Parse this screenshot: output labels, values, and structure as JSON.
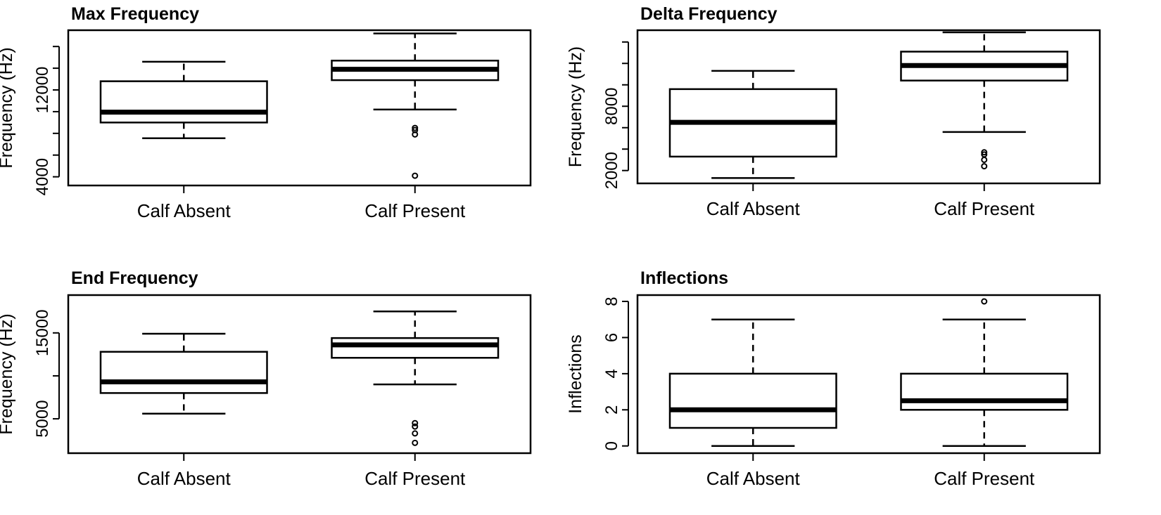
{
  "chart_data": [
    {
      "type": "box",
      "title": "Max Frequency",
      "xlabel": "",
      "ylabel": "Frequency (Hz)",
      "categories": [
        "Calf Absent",
        "Calf Present"
      ],
      "ylim": [
        3200,
        17500
      ],
      "yticks": [
        4000,
        6000,
        8000,
        10000,
        12000,
        14000,
        16000
      ],
      "ytick_labels": [
        "4000",
        "",
        "",
        "",
        "12000",
        "",
        ""
      ],
      "boxes": [
        {
          "whisker_low": 7550,
          "q1": 9000,
          "median": 9950,
          "q3": 12800,
          "whisker_high": 14600,
          "outliers": []
        },
        {
          "whisker_low": 10200,
          "q1": 12900,
          "median": 13900,
          "q3": 14700,
          "whisker_high": 17200,
          "outliers": [
            7900,
            8300,
            8500,
            4100
          ]
        }
      ]
    },
    {
      "type": "box",
      "title": "Delta Frequency",
      "xlabel": "",
      "ylabel": "Frequency (Hz)",
      "categories": [
        "Calf Absent",
        "Calf Present"
      ],
      "ylim": [
        800,
        15100
      ],
      "yticks": [
        2000,
        4000,
        6000,
        8000,
        10000,
        12000,
        14000
      ],
      "ytick_labels": [
        "2000",
        "",
        "",
        "8000",
        "",
        "",
        ""
      ],
      "boxes": [
        {
          "whisker_low": 1300,
          "q1": 3300,
          "median": 6500,
          "q3": 9600,
          "whisker_high": 11300,
          "outliers": []
        },
        {
          "whisker_low": 5600,
          "q1": 10400,
          "median": 11800,
          "q3": 13100,
          "whisker_high": 14900,
          "outliers": [
            2400,
            3000,
            3500,
            3700
          ]
        }
      ]
    },
    {
      "type": "box",
      "title": "End Frequency",
      "xlabel": "",
      "ylabel": "Frequency (Hz)",
      "categories": [
        "Calf Absent",
        "Calf Present"
      ],
      "ylim": [
        1000,
        19400
      ],
      "yticks": [
        5000,
        10000,
        15000
      ],
      "ytick_labels": [
        "5000",
        "",
        "15000"
      ],
      "boxes": [
        {
          "whisker_low": 5600,
          "q1": 8000,
          "median": 9300,
          "q3": 12800,
          "whisker_high": 14900,
          "outliers": []
        },
        {
          "whisker_low": 9000,
          "q1": 12100,
          "median": 13600,
          "q3": 14400,
          "whisker_high": 17500,
          "outliers": [
            2200,
            3300,
            4100,
            4500
          ]
        }
      ]
    },
    {
      "type": "box",
      "title": "Inflections",
      "xlabel": "",
      "ylabel": "Inflections",
      "categories": [
        "Calf Absent",
        "Calf Present"
      ],
      "ylim": [
        -0.4,
        8.35
      ],
      "yticks": [
        0,
        2,
        4,
        6,
        8
      ],
      "ytick_labels": [
        "0",
        "2",
        "4",
        "6",
        "8"
      ],
      "boxes": [
        {
          "whisker_low": 0,
          "q1": 1,
          "median": 2,
          "q3": 4,
          "whisker_high": 7,
          "outliers": []
        },
        {
          "whisker_low": 0,
          "q1": 2,
          "median": 2.5,
          "q3": 4,
          "whisker_high": 7,
          "outliers": [
            8
          ]
        }
      ]
    }
  ]
}
